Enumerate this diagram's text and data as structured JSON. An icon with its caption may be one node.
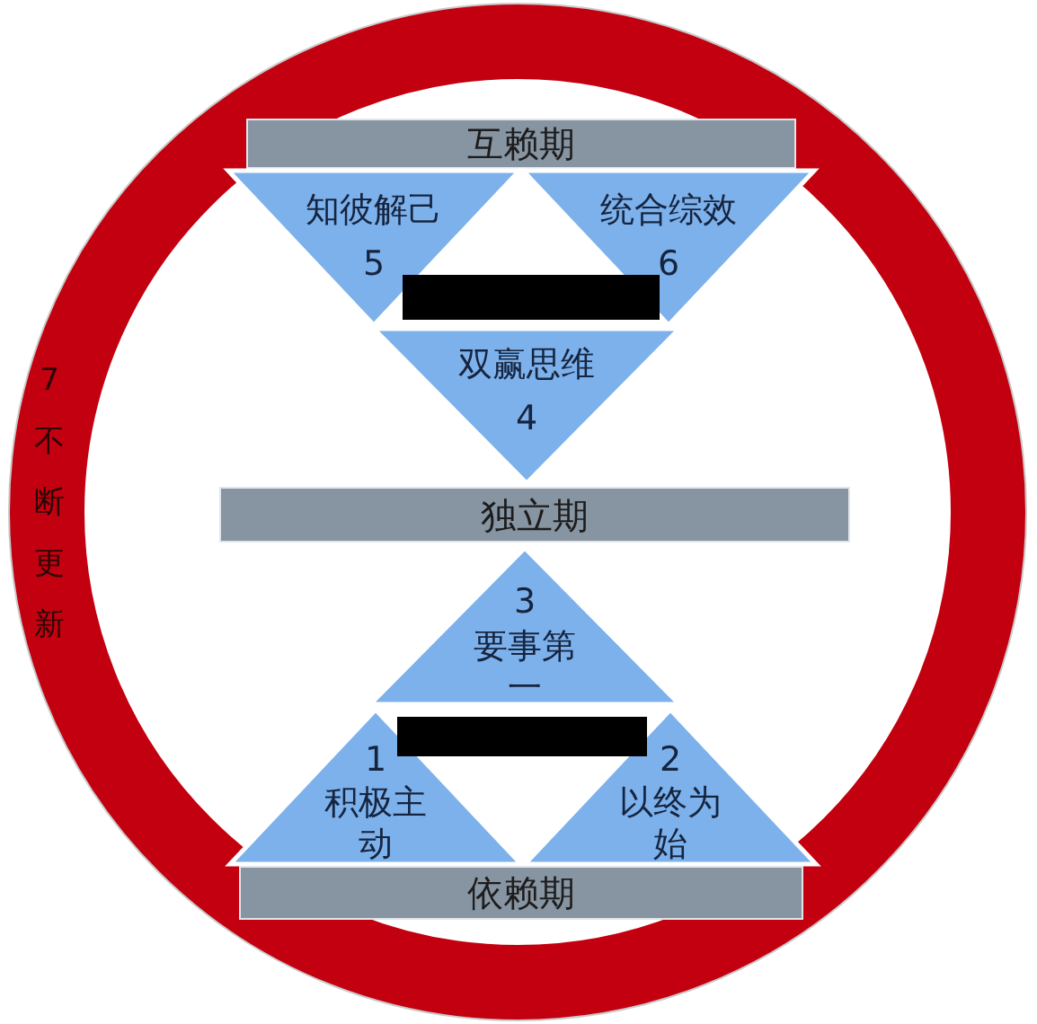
{
  "diagram": {
    "nodes": [
      {
        "text": [
          "7",
          "不断更新"
        ]
      },
      {
        "text": [
          "互赖期"
        ],
        "in": 0
      },
      {
        "text": [
          "知彼解己",
          "5"
        ],
        "in": 0
      },
      {
        "text": [
          "统合综效",
          "6"
        ],
        "in": 0
      },
      {
        "text": [
          "双赢思维",
          "4"
        ],
        "in": 0
      },
      {
        "text": [
          "独立期"
        ],
        "in": 0
      },
      {
        "text": [
          "3",
          "要事第一"
        ],
        "in": 0
      },
      {
        "text": [
          "1",
          "积极主动"
        ],
        "in": 0
      },
      {
        "text": [
          "2",
          "以终为始"
        ],
        "in": 0
      },
      {
        "text": [
          "依赖期"
        ],
        "in": 0
      }
    ]
  }
}
